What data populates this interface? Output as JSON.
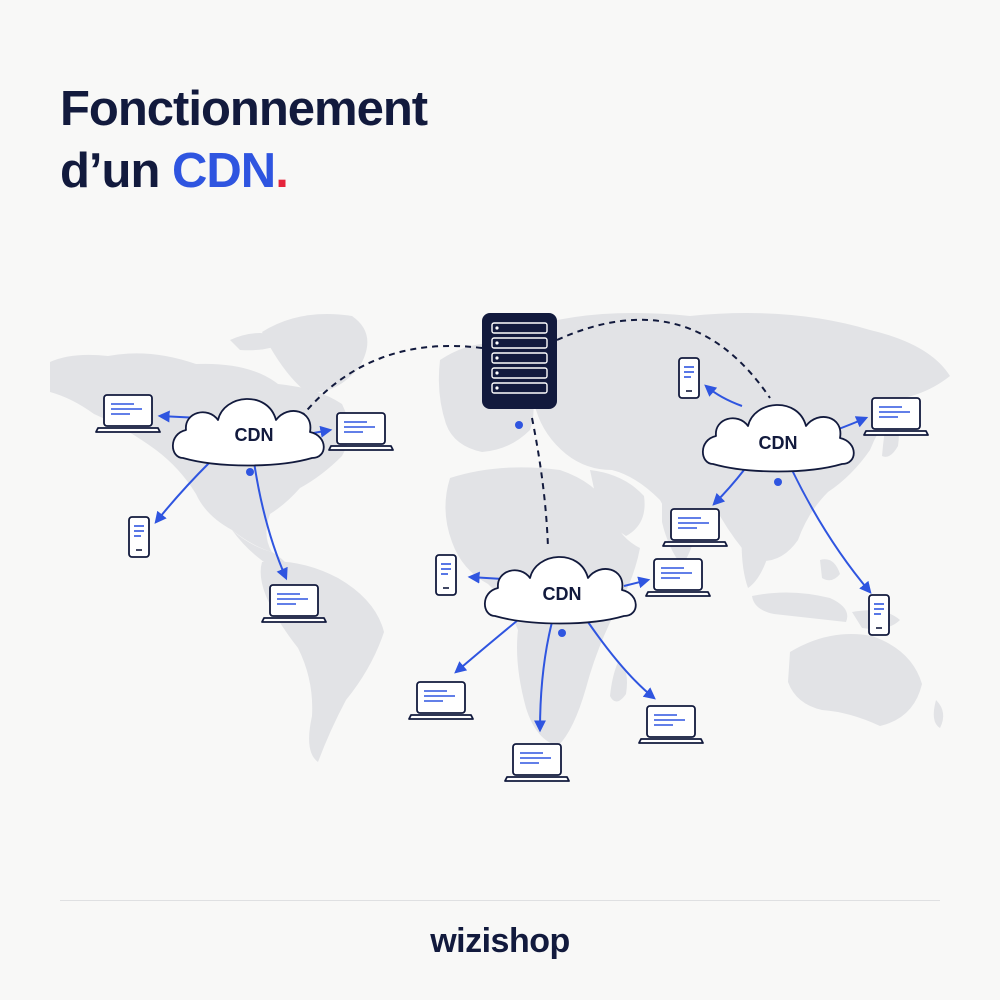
{
  "title": {
    "line1": "Fonctionnement",
    "line2_prefix": "d’un ",
    "line2_accent": "CDN",
    "line2_dot": "."
  },
  "diagram": {
    "cdn_labels": [
      "CDN",
      "CDN",
      "CDN"
    ]
  },
  "logo": {
    "text": "wizishop"
  },
  "colors": {
    "navy": "#121a3d",
    "accent_blue": "#2f55e0",
    "red_dot": "#e5243b",
    "map_gray": "#e2e3e6",
    "background": "#f8f8f7"
  },
  "icons": [
    "server-icon",
    "cloud-icon",
    "laptop-icon",
    "phone-icon",
    "world-map"
  ]
}
